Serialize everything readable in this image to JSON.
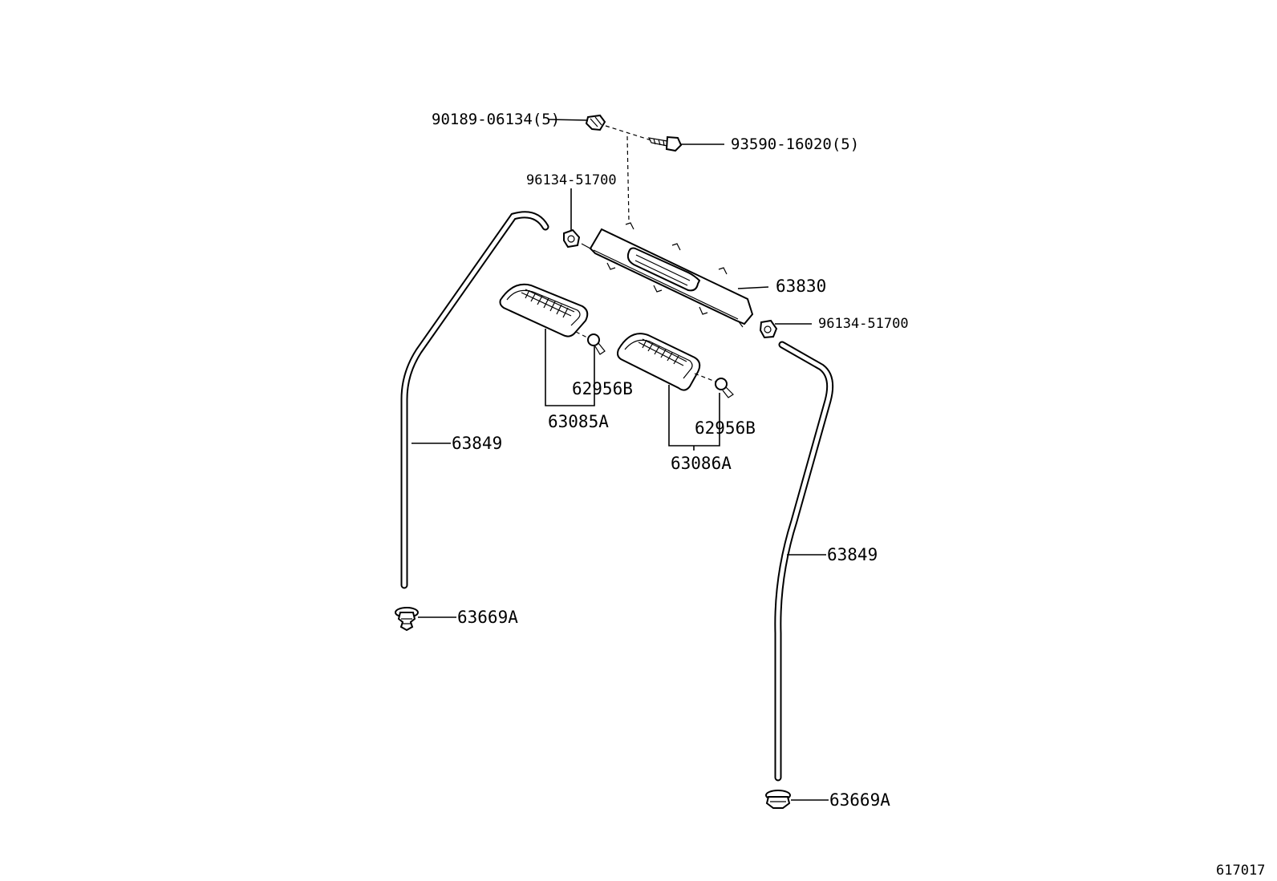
{
  "diagram": {
    "labels": {
      "clip_top": "90189-06134(5)",
      "screw_top": "93590-16020(5)",
      "clamp_left": "96134-51700",
      "clamp_right": "96134-51700",
      "lamp_assy": "63830",
      "hose_left": "63849",
      "hose_right": "63849",
      "nozzle_left": "63085A",
      "nozzle_right": "63086A",
      "nozzle_clip_left": "62956B",
      "nozzle_clip_right": "62956B",
      "grommet_left": "63669A",
      "grommet_right": "63669A"
    },
    "reference_code": "617017"
  }
}
